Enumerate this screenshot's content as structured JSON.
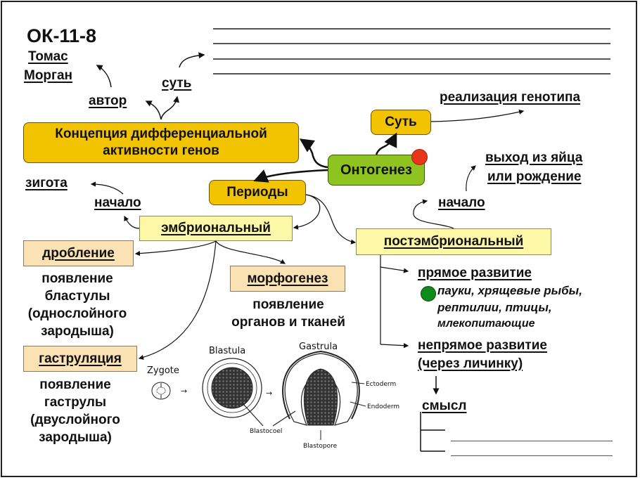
{
  "title": "ОК-11-8",
  "top_left": {
    "author_name_line1": "Томас",
    "author_name_line2": "Морган",
    "author_label": "автор",
    "essence_label": "суть"
  },
  "nodes": {
    "concept_line1": "Концепция дифференциальной",
    "concept_line2": "активности генов",
    "ontogenesis": "Онтогенез",
    "essence": "Суть",
    "periods": "Периоды",
    "embryonic": "эмбриональный",
    "postembryonic": "постэмбриональный",
    "cleavage": "дробление",
    "gastrulation": "гаструляция",
    "morphogenesis": "морфогенез"
  },
  "labels": {
    "genotype_realization": "реализация генотипа",
    "zygote": "зигота",
    "start_left": "начало",
    "start_right": "начало",
    "hatch_line1": "выход из яйца",
    "hatch_line2": "или рождение",
    "direct_development": "прямое развитие",
    "direct_examples_line1": "пауки, хрящевые рыбы,",
    "direct_examples_line2": "рептилии, птицы,",
    "direct_examples_line3": "млекопитающие",
    "indirect_line1": "непрямое развитие",
    "indirect_line2": "(через личинку)",
    "meaning": "смысл"
  },
  "descriptions": {
    "cleavage_result": [
      "появление",
      "бластулы",
      "(однослойного",
      "зародыша)"
    ],
    "gastrulation_result": [
      "появление",
      "гаструлы",
      "(двуслойного",
      "зародыша)"
    ],
    "morphogenesis_result": [
      "появление",
      "органов и тканей"
    ]
  },
  "illustration": {
    "zygote": "Zygote",
    "blastula": "Blastula",
    "gastrula": "Gastrula",
    "ectoderm": "Ectoderm",
    "endoderm": "Endoderm",
    "blastocoel": "Blastocoel",
    "blastopore": "Blastopore"
  },
  "colors": {
    "gold": "#f2c300",
    "green": "#8fc31f",
    "pale_yellow": "#fdf7a8",
    "peach": "#fbe2b4",
    "red_marker": "#e8361a",
    "green_marker": "#0f8a1c"
  }
}
